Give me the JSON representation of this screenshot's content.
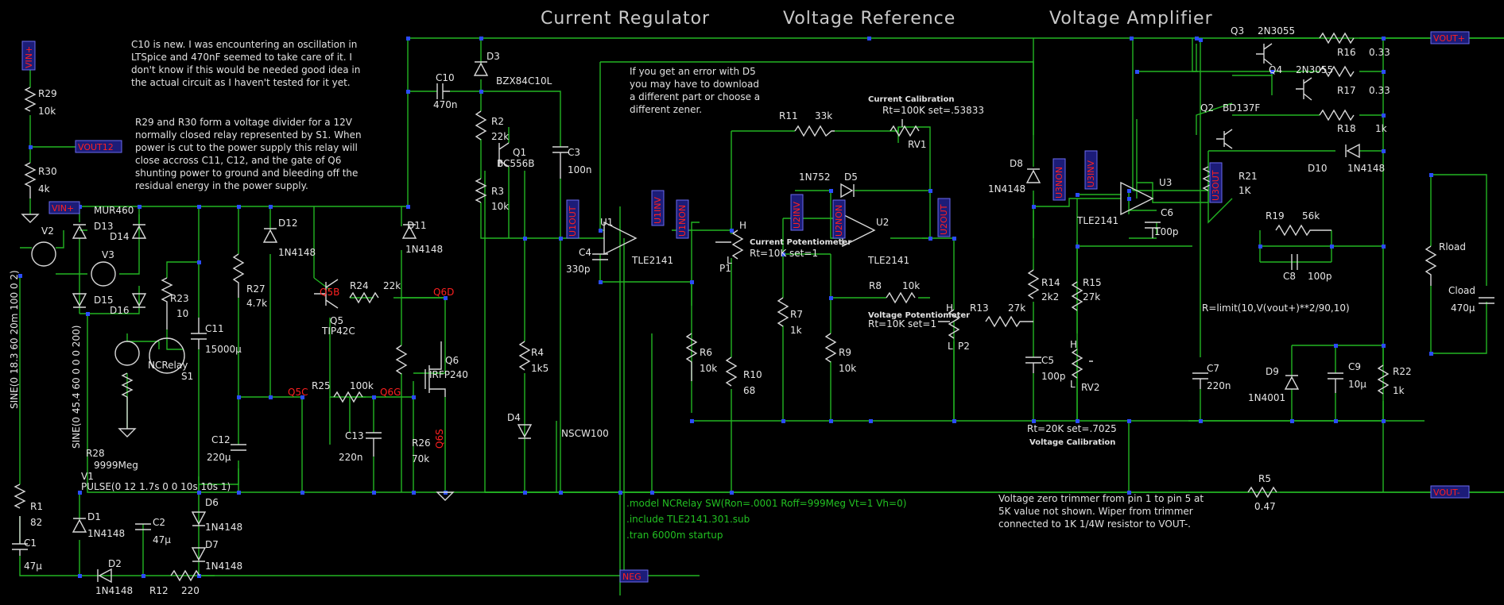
{
  "sections": [
    "Current Regulator",
    "Voltage Reference",
    "Voltage Amplifier"
  ],
  "notes": {
    "c10": [
      "C10 is new.  I was encountering an oscillation in",
      "LTSpice and 470nF seemed to take care of it. I",
      "don't know if this would be needed good idea in",
      "the actual circuit as I haven't tested for it yet."
    ],
    "relay": [
      "R29 and R30 form a voltage divider for a 12V",
      "normally closed relay represented by S1.  When",
      "power is cut to the power supply this relay will",
      "close accross C11, C12, and the gate of Q6",
      "shunting power to ground and bleeding off the",
      "residual energy in the power supply."
    ],
    "d5": [
      "If you get an error with D5",
      "you may have to download",
      "a different part or choose a",
      "different zener."
    ],
    "trimmer": [
      "Voltage zero trimmer from pin 1 to pin 5 at",
      "5K value not shown.  Wiper from trimmer",
      "connected to 1K 1/4W resistor to VOUT-."
    ]
  },
  "spice": [
    ".model NCRelay SW(Ron=.0001 Roff=999Meg Vt=1 Vh=0)",
    ".include TLE2141.301.sub",
    ".tran 6000m startup"
  ],
  "flags": {
    "vin_plus": "VIN+",
    "vin_plus2": "VIN+",
    "vout12": "VOUT12",
    "vout_plus": "VOUT+",
    "vout_minus": "VOUT-",
    "neg": "NEG",
    "u1out": "U1OUT",
    "u1inv": "U1INV",
    "u1non": "U1NON",
    "u2inv": "U2INV",
    "u2non": "U2NON",
    "u2out": "U2OUT",
    "u3non": "U3NON",
    "u3inv": "U3INV",
    "u3out": "U3OUT"
  },
  "nets": {
    "q5b": "Q5B",
    "q6d": "Q6D",
    "q5c": "Q5C",
    "q6g": "Q6G",
    "q6s": "Q6S"
  },
  "sources": {
    "v2": "V2",
    "v3": "V3",
    "v1": "V1",
    "sine_a": "SINE(0 18.3 60 20m 100 0 2)",
    "sine_b": "SINE(0 45.4 60 0 0 0 200)",
    "pulse": "PULSE(0 12 1.7s 0 0 10s 10s 1)"
  },
  "parts": {
    "r29": "R29",
    "r29v": "10k",
    "r30": "R30",
    "r30v": "4k",
    "r1": "R1",
    "r1v": "82",
    "c1": "C1",
    "c1v": "47µ",
    "d13": "D13",
    "mur": "MUR460",
    "d14": "D14",
    "d15": "D15",
    "d16": "D16",
    "r23": "R23",
    "r23v": "10",
    "ncrelay": "NCRelay",
    "s1": "S1",
    "r28": "R28",
    "r28v": "9999Meg",
    "c11": "C11",
    "c11v": "15000µ",
    "r27": "R27",
    "r27v": "4.7k",
    "c12": "C12",
    "c12v": "220µ",
    "d12": "D12",
    "d12v": "1N4148",
    "d1": "D1",
    "d1v": "1N4148",
    "c2": "C2",
    "c2v": "47µ",
    "d2": "D2",
    "d2v": "1N4148",
    "r12": "R12",
    "r12v": "220",
    "d6": "D6",
    "d6v": "1N4148",
    "d7": "D7",
    "d7v": "1N4148",
    "q5": "Q5",
    "q5v": "TIP42C",
    "r24": "R24",
    "r24v": "22k",
    "r25": "R25",
    "r25v": "100k",
    "c13": "C13",
    "c13v": "220n",
    "r26": "R26",
    "r26v": "70k",
    "q6": "Q6",
    "q6v": "IRFP240",
    "d11": "D11",
    "d11v": "1N4148",
    "c10": "C10",
    "c10v": "470n",
    "d3": "D3",
    "d3v": "BZX84C10L",
    "r2": "R2",
    "r2v": "22k",
    "q1": "Q1",
    "q1v": "BC556B",
    "r3": "R3",
    "r3v": "10k",
    "c3": "C3",
    "c3v": "100n",
    "c4": "C4",
    "c4v": "330p",
    "r4": "R4",
    "r4v": "1k5",
    "d4": "D4",
    "d4v": "NSCW100",
    "u1": "U1",
    "u1v": "TLE2141",
    "r6": "R6",
    "r6v": "10k",
    "p1": "P1",
    "p1t": "Current Potentiometer",
    "p1v": "Rt=10K set=1",
    "r10": "R10",
    "r10v": "68",
    "r11": "R11",
    "r11v": "33k",
    "rv1t": "Current Calibration",
    "rv1v": "Rt=100K set=.53833",
    "rv1": "RV1",
    "d5": "D5",
    "d5v": "1N752",
    "u2": "U2",
    "u2v": "TLE2141",
    "r7": "R7",
    "r7v": "1k",
    "r8": "R8",
    "r8v": "10k",
    "r9": "R9",
    "r9v": "10k",
    "p2t": "Voltage Potentiometer",
    "p2v": "Rt=10K set=1",
    "p2": "P2",
    "r13": "R13",
    "r13v": "27k",
    "d8": "D8",
    "d8v": "1N4148",
    "r14": "R14",
    "r14v": "2k2",
    "c5": "C5",
    "c5v": "100p",
    "r15": "R15",
    "r15v": "27k",
    "rv2": "RV2",
    "rv2v": "Rt=20K set=.7025",
    "rv2t": "Voltage Calibration",
    "u3": "U3",
    "u3v": "TLE2141",
    "c6": "C6",
    "c6v": "100p",
    "q3": "Q3",
    "q3v": "2N3055",
    "q4": "Q4",
    "q4v": "2N3055",
    "q2": "Q2",
    "q2v": "BD137F",
    "r16": "R16",
    "r16v": "0.33",
    "r17": "R17",
    "r17v": "0.33",
    "r18": "R18",
    "r18v": "1k",
    "d10": "D10",
    "d10v": "1N4148",
    "r21": "R21",
    "r21v": "1K",
    "r19": "R19",
    "r19v": "56k",
    "c8": "C8",
    "c8v": "100p",
    "rload": "Rload",
    "cload": "Cload",
    "cloadv": "470µ",
    "rexpr": "R=limit(10,V(vout+)**2/90,10)",
    "c7": "C7",
    "c7v": "220n",
    "d9": "D9",
    "d9v": "1N4001",
    "c9": "C9",
    "c9v": "10µ",
    "r22": "R22",
    "r22v": "1k",
    "r5": "R5",
    "r5v": "0.47",
    "h": "H",
    "l": "L"
  }
}
